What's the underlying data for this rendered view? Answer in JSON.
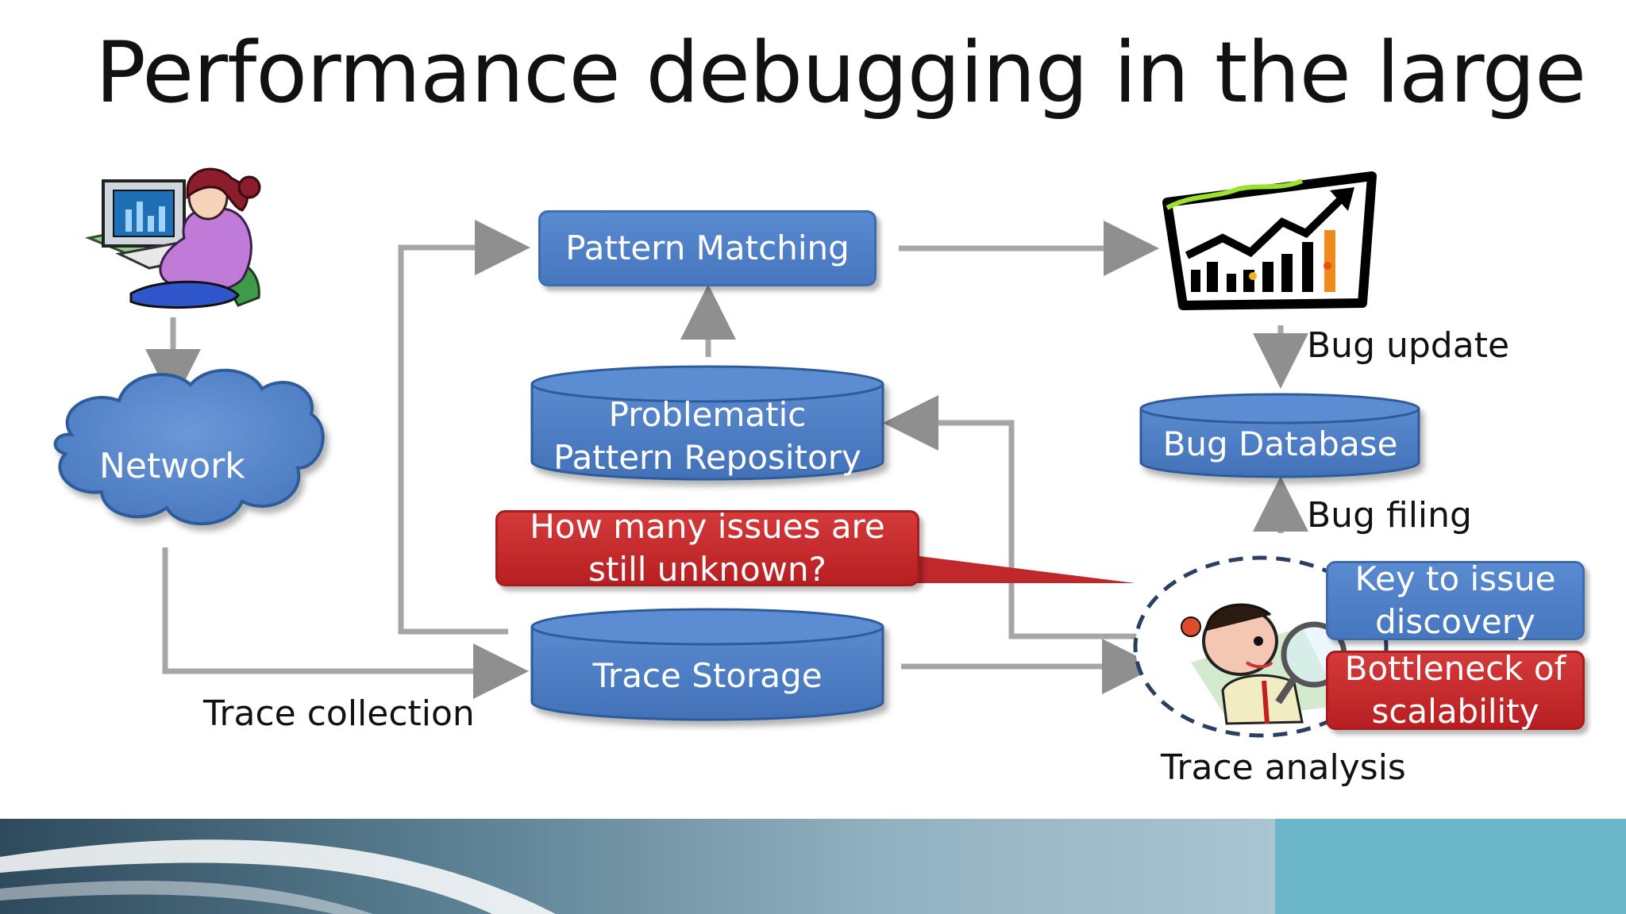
{
  "slide": {
    "title": "Performance debugging in the large"
  },
  "nodes": {
    "network": "Network",
    "pattern_matching": "Pattern Matching",
    "pattern_repository": "Problematic Pattern Repository",
    "trace_storage": "Trace Storage",
    "bug_database": "Bug Database"
  },
  "labels": {
    "trace_collection": "Trace collection",
    "trace_analysis": "Trace analysis",
    "bug_update": "Bug update",
    "bug_filing": "Bug filing"
  },
  "callouts": {
    "unknown_issues": "How many issues are still unknown?",
    "key_to_discovery": "Key to issue discovery",
    "bottleneck": "Bottleneck of scalability"
  },
  "colors": {
    "node_blue": "#4f81c7",
    "callout_red": "#c0282b",
    "arrow_gray": "#a6a6a6"
  }
}
